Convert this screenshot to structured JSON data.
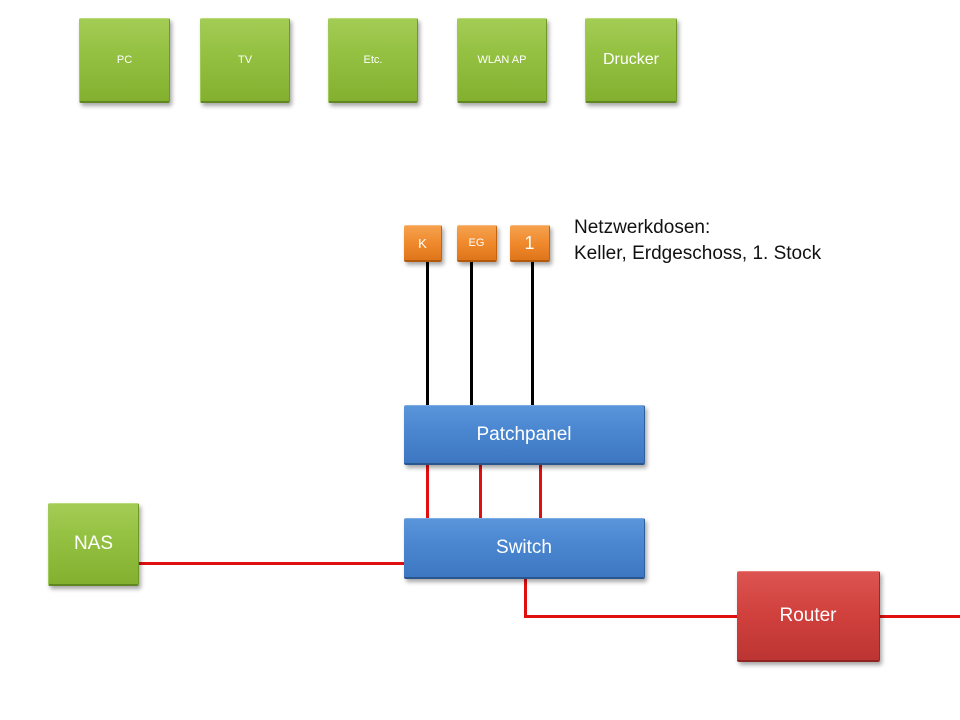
{
  "colors": {
    "device_green": "#93c040",
    "outlet_orange": "#ef8a2d",
    "infrastructure_blue": "#4a86d0",
    "router_red": "#d0403d",
    "copper_line_black": "#000000",
    "patch_line_red": "#e01010"
  },
  "devices": [
    {
      "label": "PC"
    },
    {
      "label": "TV"
    },
    {
      "label": "Etc."
    },
    {
      "label": "WLAN AP"
    },
    {
      "label": "Drucker"
    }
  ],
  "outlets": [
    {
      "label": "K"
    },
    {
      "label": "EG"
    },
    {
      "label": "1"
    }
  ],
  "outlets_note": {
    "title": "Netzwerkdosen:",
    "description": "Keller, Erdgeschoss, 1. Stock"
  },
  "patchpanel": {
    "label": "Patchpanel"
  },
  "switch": {
    "label": "Switch"
  },
  "nas": {
    "label": "NAS"
  },
  "router": {
    "label": "Router"
  },
  "connections": [
    {
      "from": "K",
      "to": "Patchpanel",
      "color": "black"
    },
    {
      "from": "EG",
      "to": "Patchpanel",
      "color": "black"
    },
    {
      "from": "1",
      "to": "Patchpanel",
      "color": "black"
    },
    {
      "from": "Patchpanel",
      "to": "Switch",
      "color": "red",
      "count": 3
    },
    {
      "from": "NAS",
      "to": "Switch",
      "color": "red"
    },
    {
      "from": "Switch",
      "to": "Router",
      "color": "red"
    },
    {
      "from": "Router",
      "to": "external",
      "color": "red"
    }
  ]
}
